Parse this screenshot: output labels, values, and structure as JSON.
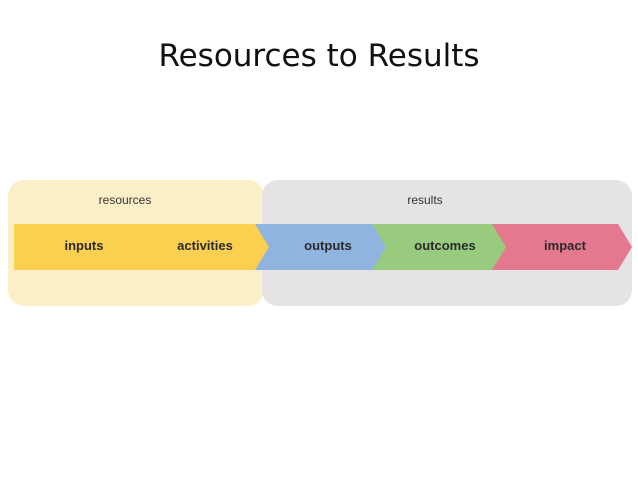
{
  "title": "Resources to Results",
  "groups": {
    "resources": {
      "label": "resources",
      "color": "#fbefc7"
    },
    "results": {
      "label": "results",
      "color": "#e5e3e6"
    }
  },
  "steps": [
    {
      "label": "inputs",
      "color": "#fbcf4f"
    },
    {
      "label": "activities",
      "color": "#fbcf4f"
    },
    {
      "label": "outputs",
      "color": "#8fb4e0"
    },
    {
      "label": "outcomes",
      "color": "#98cb7d"
    },
    {
      "label": "impact",
      "color": "#e3788f"
    }
  ]
}
